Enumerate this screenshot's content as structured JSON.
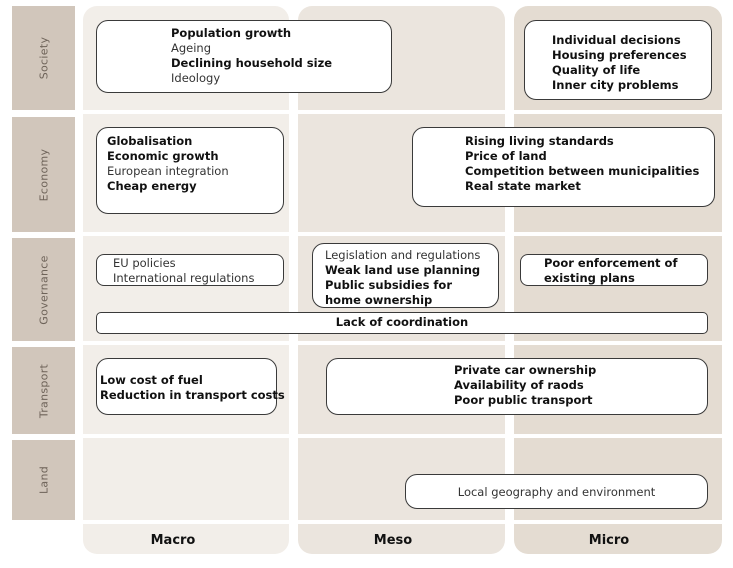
{
  "rows": [
    "Society",
    "Economy",
    "Governance",
    "Transport",
    "Land"
  ],
  "columns": [
    "Macro",
    "Meso",
    "Micro"
  ],
  "society": {
    "macro_box": [
      {
        "text": "Population growth",
        "bold": true
      },
      {
        "text": "Ageing",
        "bold": false
      },
      {
        "text": "Declining household size",
        "bold": true
      },
      {
        "text": "Ideology",
        "bold": false
      }
    ],
    "micro_box": [
      {
        "text": "Individual decisions",
        "bold": true
      },
      {
        "text": "Housing preferences",
        "bold": true
      },
      {
        "text": "Quality of life",
        "bold": true
      },
      {
        "text": "Inner city problems",
        "bold": true
      }
    ]
  },
  "economy": {
    "macro_box": [
      {
        "text": "Globalisation",
        "bold": true
      },
      {
        "text": "Economic growth",
        "bold": true
      },
      {
        "text": "European integration",
        "bold": false
      },
      {
        "text": "Cheap energy",
        "bold": true
      }
    ],
    "micro_box": [
      {
        "text": "Rising living standards",
        "bold": true
      },
      {
        "text": "Price of land",
        "bold": true
      },
      {
        "text": "Competition between municipalities",
        "bold": true
      },
      {
        "text": "Real state market",
        "bold": true
      }
    ]
  },
  "governance": {
    "macro_box": [
      {
        "text": "EU policies",
        "bold": false
      },
      {
        "text": "International regulations",
        "bold": false
      }
    ],
    "meso_box": [
      {
        "text": "Legislation and regulations",
        "bold": false
      },
      {
        "text": "Weak land use planning",
        "bold": true
      },
      {
        "text": "Public subsidies for",
        "bold": true
      },
      {
        "text": "home ownership",
        "bold": true
      }
    ],
    "micro_box": [
      {
        "text": "Poor enforcement of",
        "bold": true
      },
      {
        "text": "existing plans",
        "bold": true
      }
    ],
    "wide_box": "Lack of coordination"
  },
  "transport": {
    "macro_box": [
      {
        "text": "Low cost of fuel",
        "bold": true
      },
      {
        "text": "Reduction in transport costs",
        "bold": true
      }
    ],
    "micro_box": [
      {
        "text": "Private car ownership",
        "bold": true
      },
      {
        "text": "Availability of raods",
        "bold": true
      },
      {
        "text": "Poor public transport",
        "bold": true
      }
    ]
  },
  "land": {
    "micro_box": "Local geography and environment"
  }
}
